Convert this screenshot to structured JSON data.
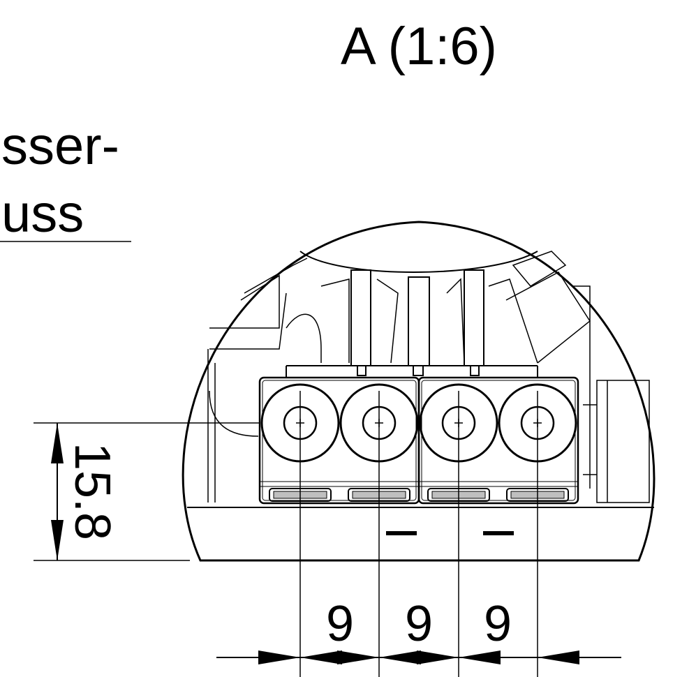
{
  "detail_view": {
    "title": "A (1:6)",
    "side_note": {
      "line1": "sser-",
      "line2": "uss"
    },
    "dimensions": {
      "vertical": "15.8",
      "pitch_1": "9",
      "pitch_2": "9",
      "pitch_3": "9"
    }
  },
  "colors": {
    "line": "#000000",
    "background": "#ffffff"
  }
}
